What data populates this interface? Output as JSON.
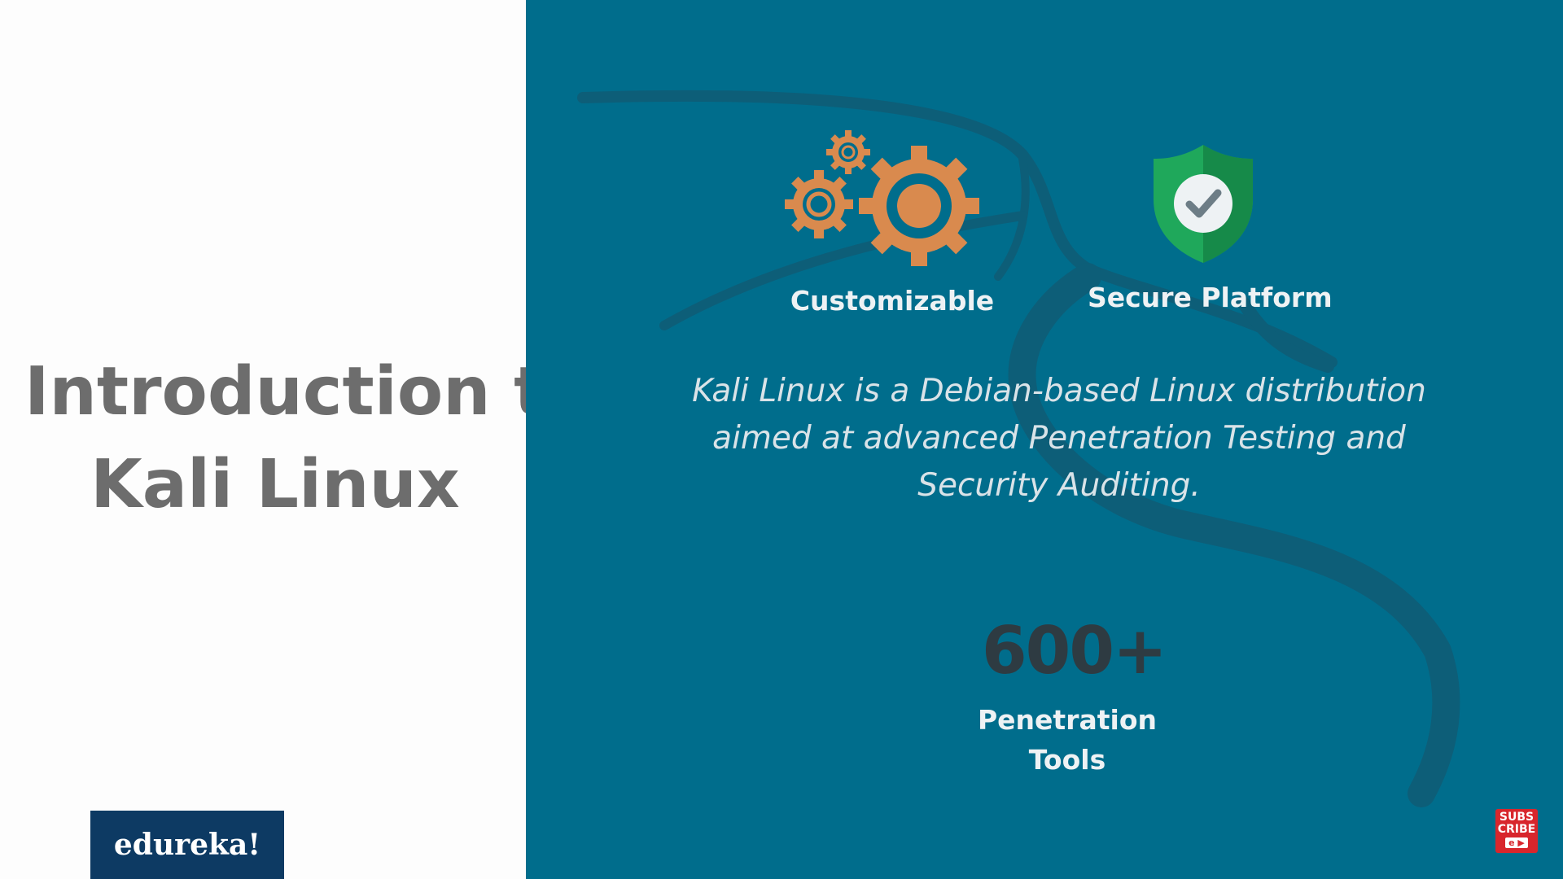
{
  "slide": {
    "title_lines": [
      "Introduction to",
      "Kali Linux"
    ],
    "logo_text": "edureka!",
    "features": {
      "customizable_label": "Customizable",
      "secure_label": "Secure Platform"
    },
    "description_lines": [
      "Kali Linux is a Debian-based Linux distribution",
      "aimed at advanced Penetration Testing and",
      "Security Auditing."
    ],
    "tools_count": "600+",
    "tools_label_lines": [
      "Penetration",
      "Tools"
    ]
  },
  "subscribe_badge": {
    "lines": [
      "SUBS",
      "CRIBE"
    ],
    "play_text": "e ▶"
  },
  "icons": [
    "gears-icon",
    "shield-check-icon",
    "kali-dragon-logo"
  ],
  "colors": {
    "panel_blue": "#006d8c",
    "gear_orange": "#d98a4e",
    "shield_green": "#1fa85b",
    "logo_navy": "#0d3a63",
    "subscribe_red": "#d8262c",
    "title_gray": "#6d6d6d"
  }
}
